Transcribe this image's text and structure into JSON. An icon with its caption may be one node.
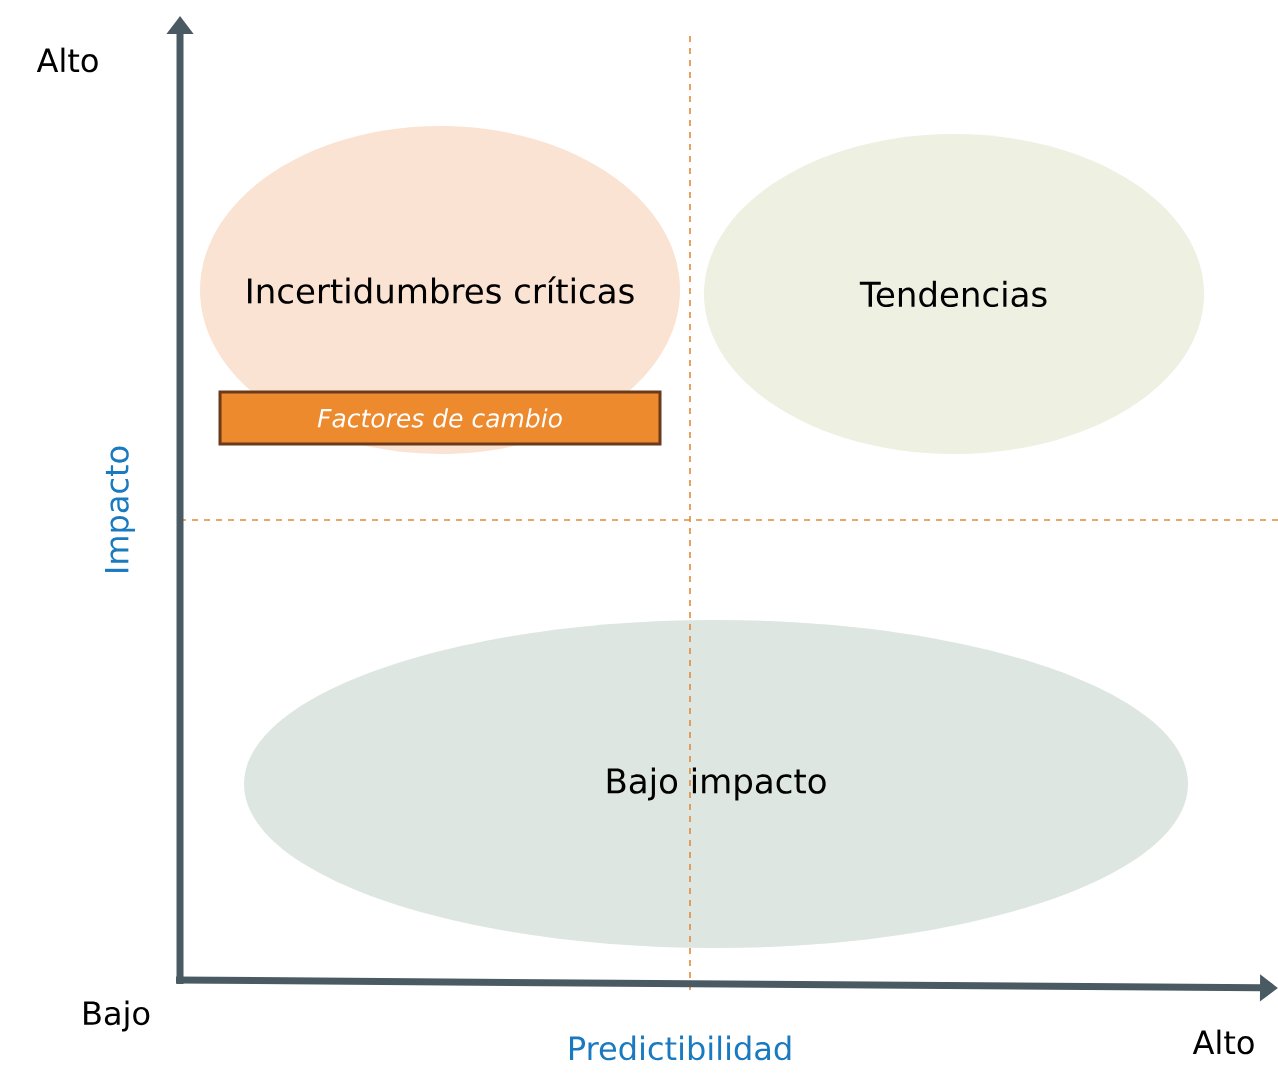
{
  "diagram": {
    "nodes": [
      {
        "text": [
          "Incertidumbres críticas"
        ]
      },
      {
        "text": [
          "Factores de cambio"
        ]
      },
      {
        "text": [
          "Tendencias"
        ]
      },
      {
        "text": [
          "Bajo impacto"
        ]
      }
    ],
    "labels": [
      "Alto",
      "Impacto",
      "Bajo",
      "Predictibilidad",
      "Alto"
    ]
  }
}
